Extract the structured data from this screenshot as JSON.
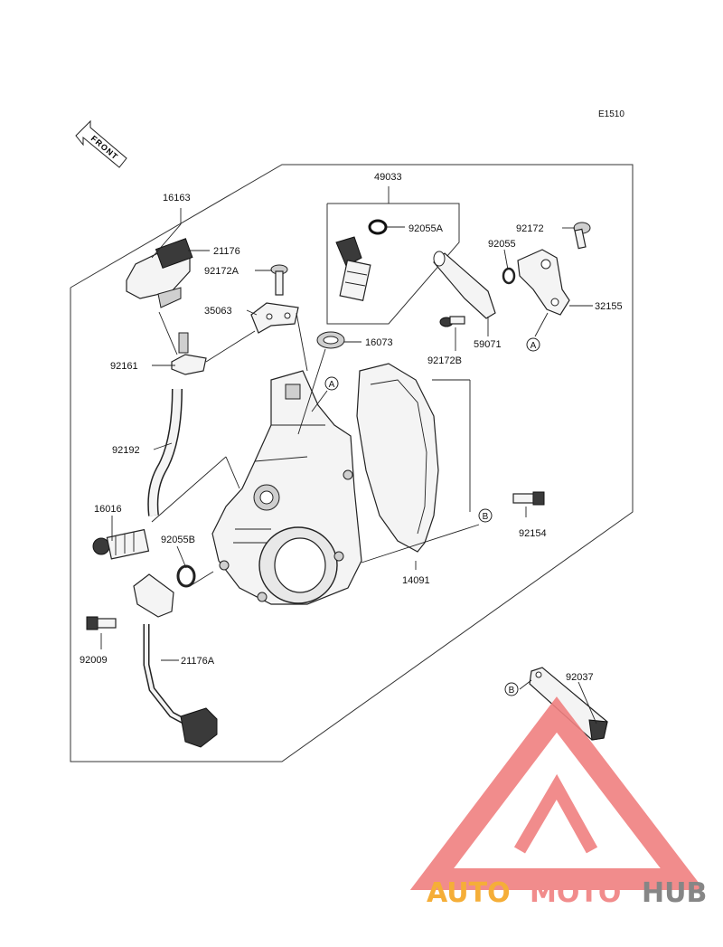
{
  "diagram_code": "E1510",
  "front_label": "FRONT",
  "parts": [
    {
      "id": "16163",
      "label": "16163"
    },
    {
      "id": "21176",
      "label": "21176"
    },
    {
      "id": "92172A",
      "label": "92172A"
    },
    {
      "id": "35063",
      "label": "35063"
    },
    {
      "id": "92161",
      "label": "92161"
    },
    {
      "id": "92192",
      "label": "92192"
    },
    {
      "id": "16016",
      "label": "16016"
    },
    {
      "id": "92055B",
      "label": "92055B"
    },
    {
      "id": "92009",
      "label": "92009"
    },
    {
      "id": "21176A",
      "label": "21176A"
    },
    {
      "id": "49033",
      "label": "49033"
    },
    {
      "id": "92055A",
      "label": "92055A"
    },
    {
      "id": "16073",
      "label": "16073"
    },
    {
      "id": "92172",
      "label": "92172"
    },
    {
      "id": "92055",
      "label": "92055"
    },
    {
      "id": "32155",
      "label": "32155"
    },
    {
      "id": "59071",
      "label": "59071"
    },
    {
      "id": "92172B",
      "label": "92172B"
    },
    {
      "id": "14091",
      "label": "14091"
    },
    {
      "id": "92154",
      "label": "92154"
    },
    {
      "id": "92037",
      "label": "92037"
    }
  ],
  "ref_marks": {
    "a": "A",
    "b": "B"
  },
  "watermark": {
    "part1": "AUTO",
    "part2": "MOTO",
    "part3": "HUB",
    "color_orange": "#f5a623",
    "color_red": "#f08080",
    "color_gray": "#7a7a7a"
  }
}
